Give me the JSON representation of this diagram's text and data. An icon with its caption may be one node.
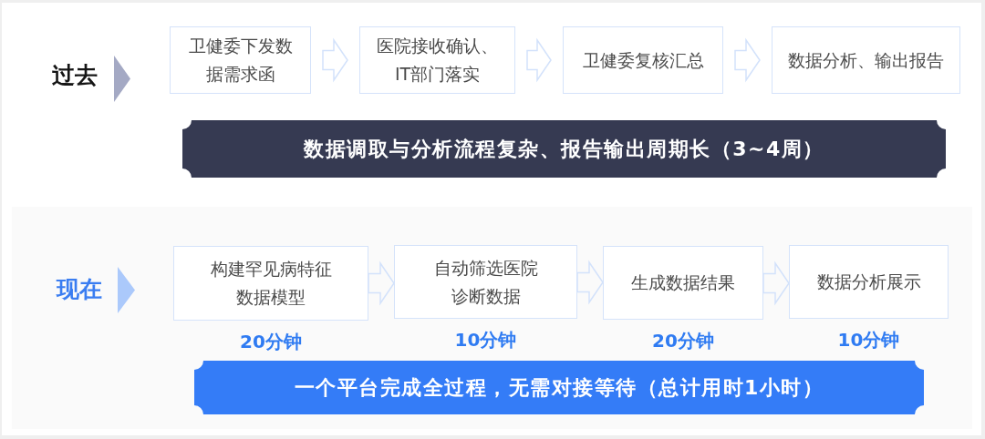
{
  "diagram": {
    "nodes": [
      {
        "text": [
          "卫健委下发数据需求函"
        ]
      },
      {
        "text": [
          "医院接收确认、IT部门落实"
        ]
      },
      {
        "text": [
          "卫健委复核汇总"
        ]
      },
      {
        "text": [
          "数据分析、输出报告"
        ]
      },
      {
        "text": [
          "数据调取与分析流程复杂、报告输出周期长（3~4周）"
        ]
      },
      {
        "text": [
          "现在"
        ]
      },
      {
        "text": [
          "构建罕见病特征数据模型"
        ],
        "in": 5,
        "beside": [
          "20分钟"
        ]
      },
      {
        "text": [
          "自动筛选医院诊断数据"
        ],
        "in": 5,
        "beside": [
          "10分钟"
        ]
      },
      {
        "text": [
          "生成数据结果"
        ],
        "in": 5,
        "beside": [
          "20分钟"
        ]
      },
      {
        "text": [
          "数据分析展示"
        ],
        "in": 5,
        "beside": [
          "10分钟"
        ]
      },
      {
        "text": [
          "一个平台完成全过程，无需对接等待（总计用时1小时）"
        ],
        "in": 5
      }
    ],
    "edges": [
      {
        "from": 0,
        "to": 1,
        "arrow": "to"
      },
      {
        "from": 1,
        "to": 2,
        "arrow": "to"
      },
      {
        "from": 2,
        "to": 3,
        "arrow": "to"
      },
      {
        "from": 6,
        "to": 7,
        "arrow": "to"
      },
      {
        "from": 7,
        "to": 8,
        "arrow": "to"
      },
      {
        "from": 8,
        "to": 9,
        "arrow": "to"
      }
    ],
    "labels": [
      "过去"
    ]
  }
}
